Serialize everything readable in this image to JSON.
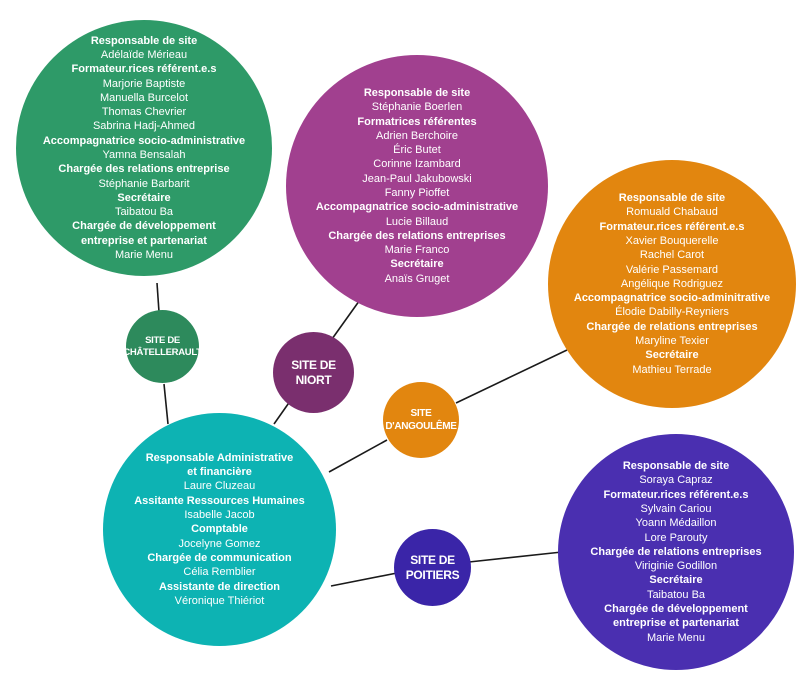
{
  "colors": {
    "green": "#2E9A68",
    "green_node": "#2D8A5C",
    "purple": "#A1408F",
    "purple_node": "#7A2F6E",
    "orange": "#E2860F",
    "orange_node": "#E2860F",
    "teal": "#0DB3B3",
    "indigo": "#4A2FB0",
    "indigo_node": "#3A25A8",
    "line": "#1a1a1a"
  },
  "sites": {
    "chatellerault": {
      "label_line1": "SITE DE",
      "label_line2": "CHÂTELLERAULT",
      "lines": [
        {
          "text": "Responsable de site",
          "bold": true
        },
        {
          "text": "Adélaïde Mérieau",
          "bold": false
        },
        {
          "text": "Formateur.rices référent.e.s",
          "bold": true
        },
        {
          "text": "Marjorie Baptiste",
          "bold": false
        },
        {
          "text": "Manuella Burcelot",
          "bold": false
        },
        {
          "text": "Thomas Chevrier",
          "bold": false
        },
        {
          "text": "Sabrina Hadj-Ahmed",
          "bold": false
        },
        {
          "text": "Accompagnatrice socio-administrative",
          "bold": true
        },
        {
          "text": "Yamna Bensalah",
          "bold": false
        },
        {
          "text": "Chargée des relations entreprise",
          "bold": true
        },
        {
          "text": "Stéphanie Barbarit",
          "bold": false
        },
        {
          "text": "Secrétaire",
          "bold": true
        },
        {
          "text": "Taibatou Ba",
          "bold": false
        },
        {
          "text": "Chargée de développement",
          "bold": true
        },
        {
          "text": "entreprise et partenariat",
          "bold": true
        },
        {
          "text": "Marie Menu",
          "bold": false
        }
      ]
    },
    "niort": {
      "label_line1": "SITE DE",
      "label_line2": "NIORT",
      "lines": [
        {
          "text": "Responsable de site",
          "bold": true
        },
        {
          "text": "Stéphanie Boerlen",
          "bold": false
        },
        {
          "text": "Formatrices référentes",
          "bold": true
        },
        {
          "text": "Adrien Berchoire",
          "bold": false
        },
        {
          "text": "Éric Butet",
          "bold": false
        },
        {
          "text": "Corinne Izambard",
          "bold": false
        },
        {
          "text": "Jean-Paul Jakubowski",
          "bold": false
        },
        {
          "text": "Fanny Pioffet",
          "bold": false
        },
        {
          "text": "Accompagnatrice socio-administrative",
          "bold": true
        },
        {
          "text": "Lucie Billaud",
          "bold": false
        },
        {
          "text": "Chargée des relations entreprises",
          "bold": true
        },
        {
          "text": "Marie Franco",
          "bold": false
        },
        {
          "text": "Secrétaire",
          "bold": true
        },
        {
          "text": "Anaïs Gruget",
          "bold": false
        }
      ]
    },
    "angouleme": {
      "label_line1": "SITE",
      "label_line2": "D'ANGOULÊME",
      "lines": [
        {
          "text": "Responsable de site",
          "bold": true
        },
        {
          "text": "Romuald Chabaud",
          "bold": false
        },
        {
          "text": "Formateur.rices référent.e.s",
          "bold": true
        },
        {
          "text": "Xavier Bouquerelle",
          "bold": false
        },
        {
          "text": "Rachel Carot",
          "bold": false
        },
        {
          "text": "Valérie Passemard",
          "bold": false
        },
        {
          "text": "Angélique Rodriguez",
          "bold": false
        },
        {
          "text": "Accompagnatrice socio-adminitrative",
          "bold": true
        },
        {
          "text": "Élodie Dabilly-Reyniers",
          "bold": false
        },
        {
          "text": "Chargée de relations entreprises",
          "bold": true
        },
        {
          "text": "Maryline Texier",
          "bold": false
        },
        {
          "text": "Secrétaire",
          "bold": true
        },
        {
          "text": "Mathieu Terrade",
          "bold": false
        }
      ]
    },
    "poitiers": {
      "label_line1": "SITE DE",
      "label_line2": "POITIERS",
      "lines": [
        {
          "text": "Responsable de site",
          "bold": true
        },
        {
          "text": "Soraya Capraz",
          "bold": false
        },
        {
          "text": "Formateur.rices référent.e.s",
          "bold": true
        },
        {
          "text": "Sylvain Cariou",
          "bold": false
        },
        {
          "text": "Yoann Médaillon",
          "bold": false
        },
        {
          "text": "Lore Parouty",
          "bold": false
        },
        {
          "text": "Chargée de relations entreprises",
          "bold": true
        },
        {
          "text": "Viriginie Godillon",
          "bold": false
        },
        {
          "text": "Secrétaire",
          "bold": true
        },
        {
          "text": "Taibatou Ba",
          "bold": false
        },
        {
          "text": "Chargée de développement",
          "bold": true
        },
        {
          "text": "entreprise et partenariat",
          "bold": true
        },
        {
          "text": "Marie Menu",
          "bold": false
        }
      ]
    }
  },
  "headquarters": {
    "lines": [
      {
        "text": "Responsable Administrative",
        "bold": true
      },
      {
        "text": "et financière",
        "bold": true
      },
      {
        "text": "Laure Cluzeau",
        "bold": false
      },
      {
        "text": "Assitante Ressources Humaines",
        "bold": true
      },
      {
        "text": "Isabelle Jacob",
        "bold": false
      },
      {
        "text": "Comptable",
        "bold": true
      },
      {
        "text": "Jocelyne Gomez",
        "bold": false
      },
      {
        "text": "Chargée de communication",
        "bold": true
      },
      {
        "text": "Célia Remblier",
        "bold": false
      },
      {
        "text": "Assistante de direction",
        "bold": true
      },
      {
        "text": "Véronique Thiériot",
        "bold": false
      }
    ]
  }
}
